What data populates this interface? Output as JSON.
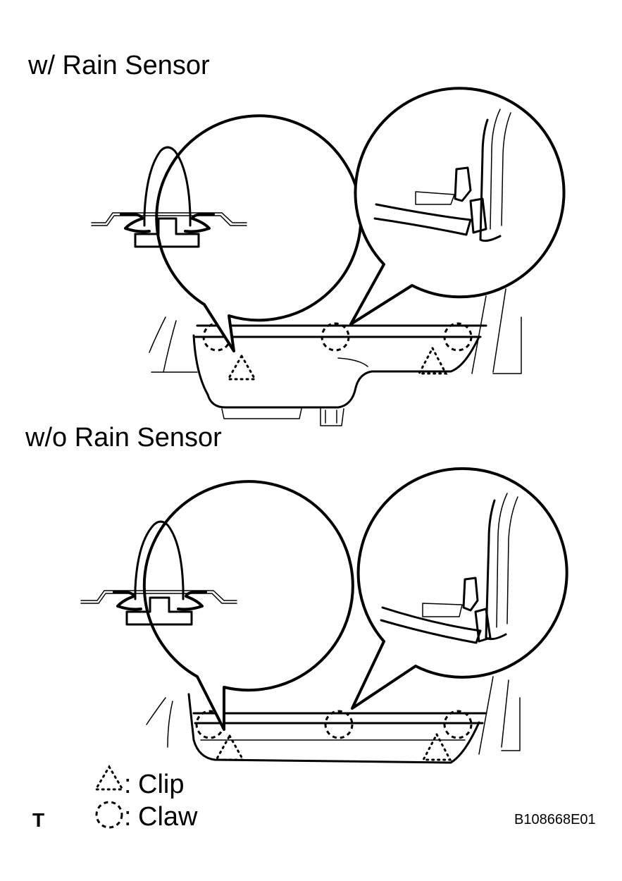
{
  "sections": {
    "with_sensor": {
      "title": "w/ Rain Sensor"
    },
    "without_sensor": {
      "title": "w/o Rain Sensor"
    }
  },
  "legend": {
    "clip": {
      "label": "Clip",
      "separator": ":",
      "symbol": "dotted-triangle-icon"
    },
    "claw": {
      "label": "Claw",
      "separator": ":",
      "symbol": "dashed-circle-icon"
    }
  },
  "corner_mark": "T",
  "figure_code": "B108668E01"
}
